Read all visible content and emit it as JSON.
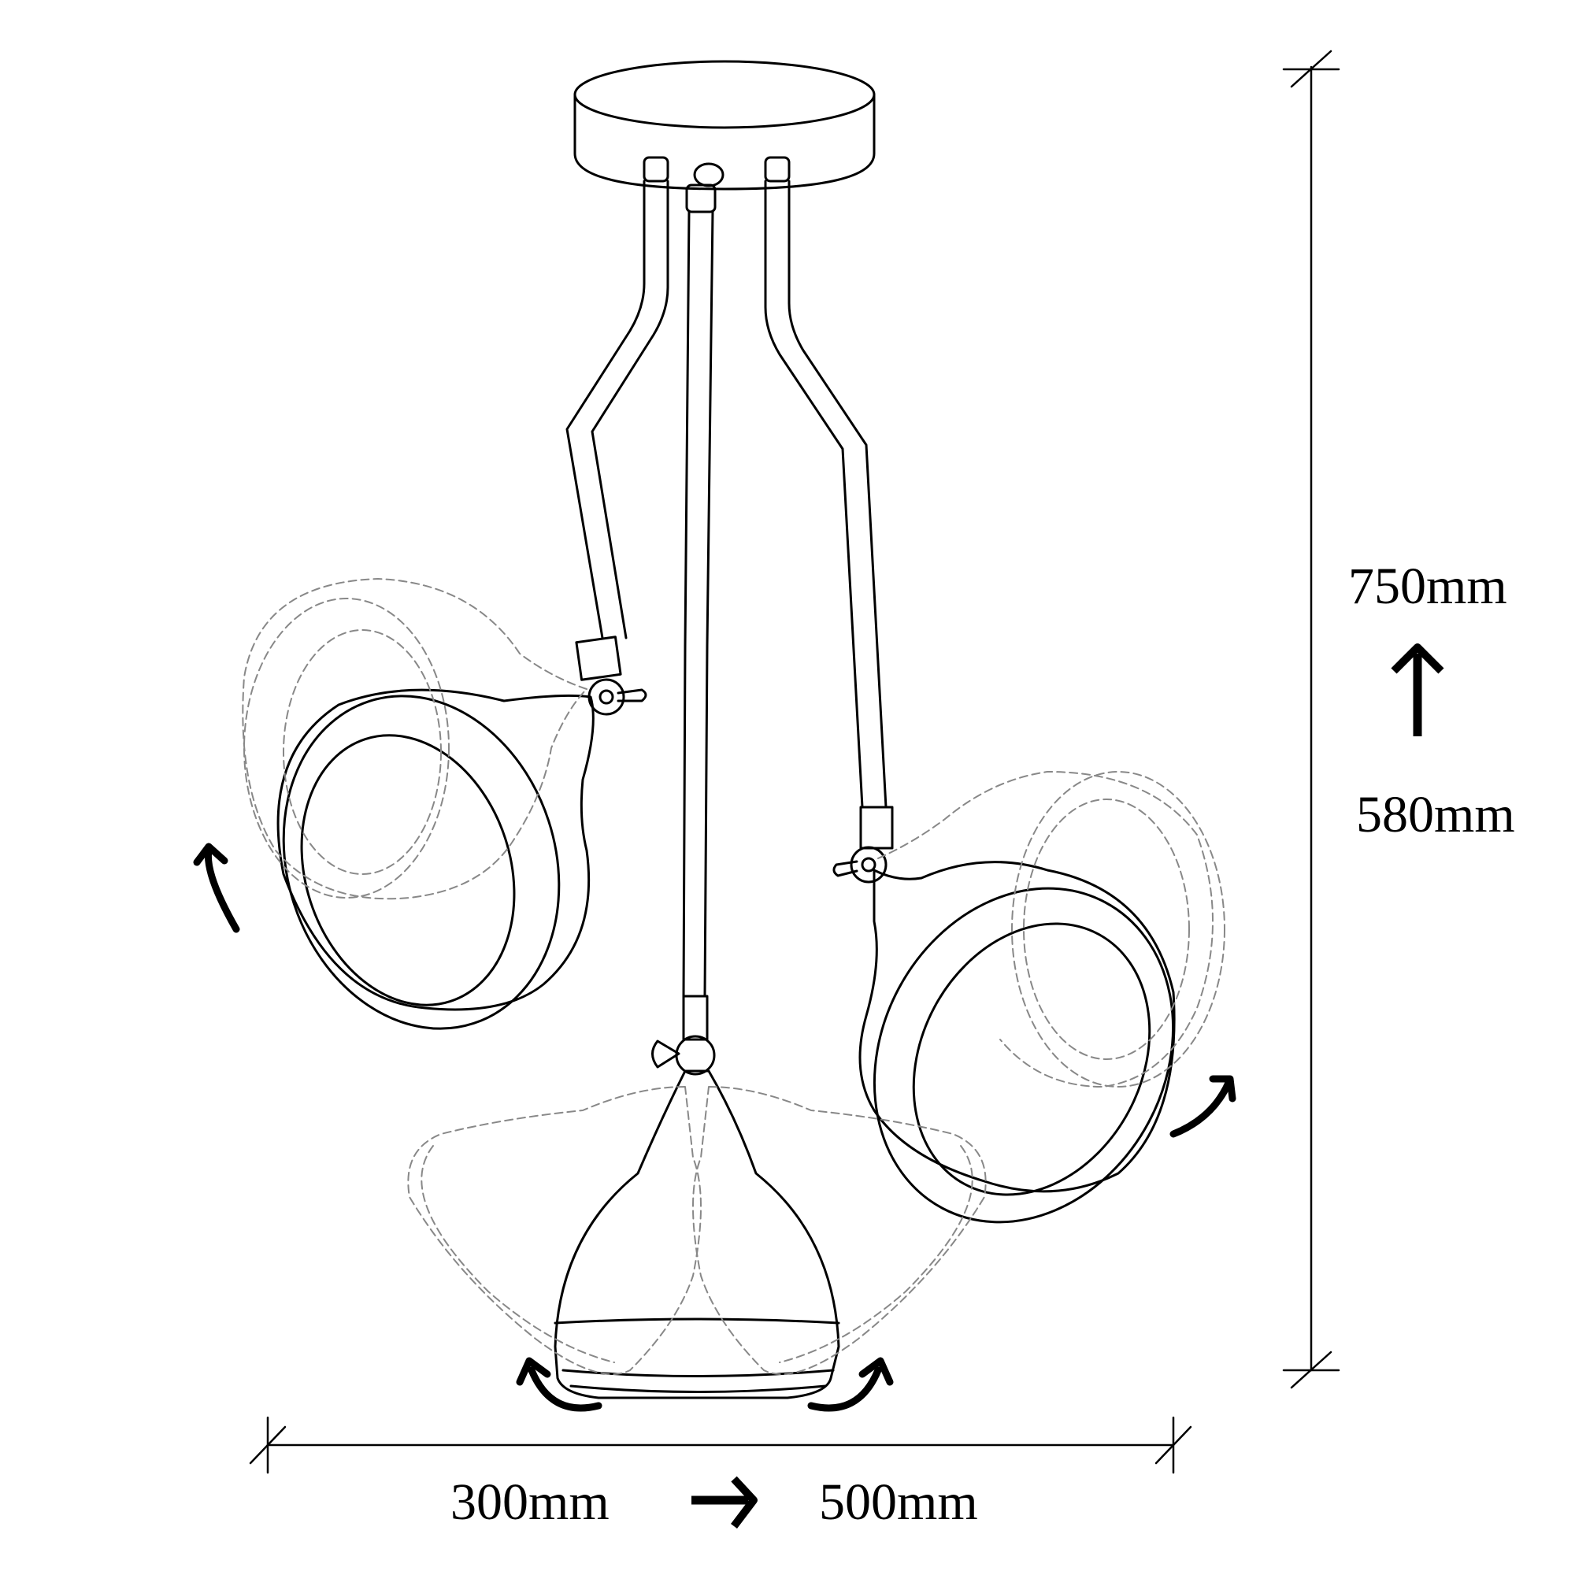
{
  "diagram": {
    "subject": "Three-arm adjustable ceiling pendant lamp",
    "height_dimension": {
      "max_label": "750mm",
      "min_label": "580mm",
      "arrow": "up-arrow-icon"
    },
    "width_dimension": {
      "min_label": "300mm",
      "max_label": "500mm",
      "arrow": "right-arrow-icon"
    },
    "components": [
      {
        "name": "ceiling-canopy"
      },
      {
        "name": "left-arm-shade",
        "rotation_indicator": "rotate-arrow-icon"
      },
      {
        "name": "right-arm-shade",
        "rotation_indicator": "rotate-arrow-icon"
      },
      {
        "name": "center-drop-shade",
        "rotation_indicator": "rotate-arrow-icon"
      }
    ],
    "colors": {
      "line": "#000000",
      "background": "#ffffff",
      "ghost_line": "#888888"
    }
  }
}
